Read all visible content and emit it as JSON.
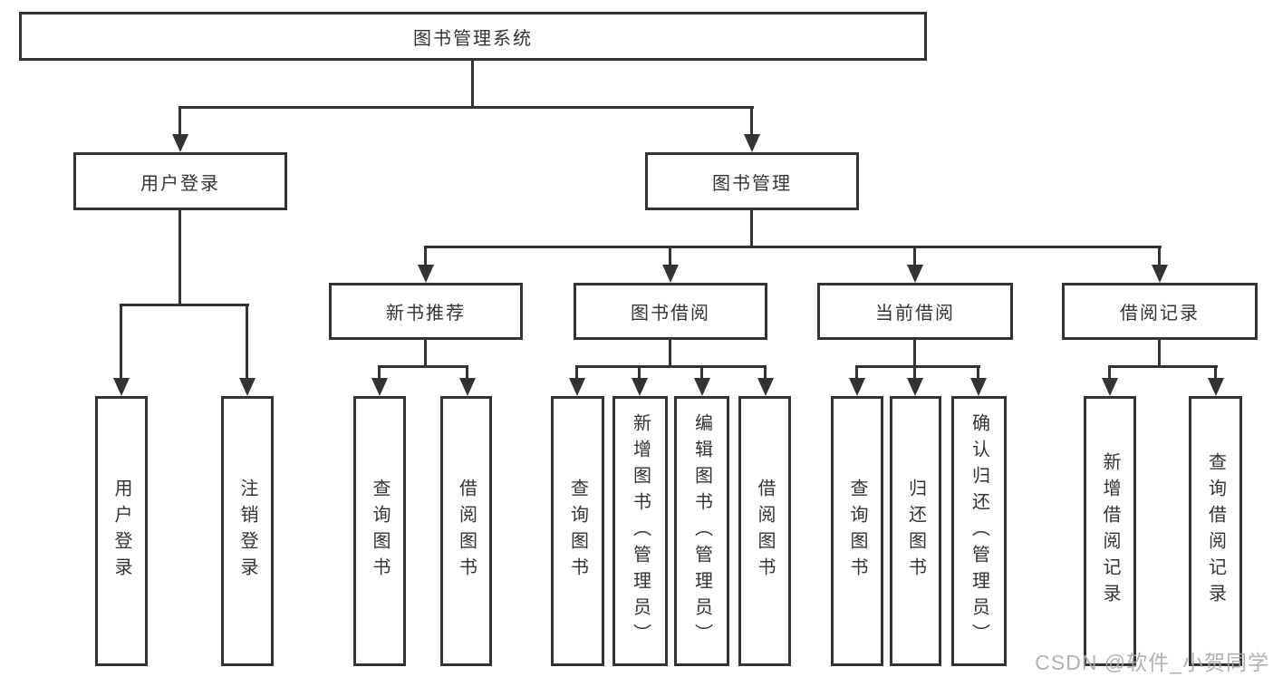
{
  "tree": {
    "root": "图书管理系统",
    "branches": [
      {
        "label": "用户登录",
        "leaves": [
          "用户登录",
          "注销登录"
        ]
      },
      {
        "label": "图书管理",
        "groups": [
          {
            "label": "新书推荐",
            "leaves": [
              "查询图书",
              "借阅图书"
            ]
          },
          {
            "label": "图书借阅",
            "leaves": [
              "查询图书",
              "新增图书（管理员）",
              "编辑图书（管理员）",
              "借阅图书"
            ]
          },
          {
            "label": "当前借阅",
            "leaves": [
              "查询图书",
              "归还图书",
              "确认归还（管理员）"
            ]
          },
          {
            "label": "借阅记录",
            "leaves": [
              "新增借阅记录",
              "查询借阅记录"
            ]
          }
        ]
      }
    ]
  },
  "watermark": {
    "text": "CSDN @软件_小贺同学"
  },
  "colors": {
    "line": "#333333",
    "box_border": "#333333",
    "box_fill": "#ffffff",
    "text": "#333333",
    "watermark": "#a9a9a9"
  }
}
